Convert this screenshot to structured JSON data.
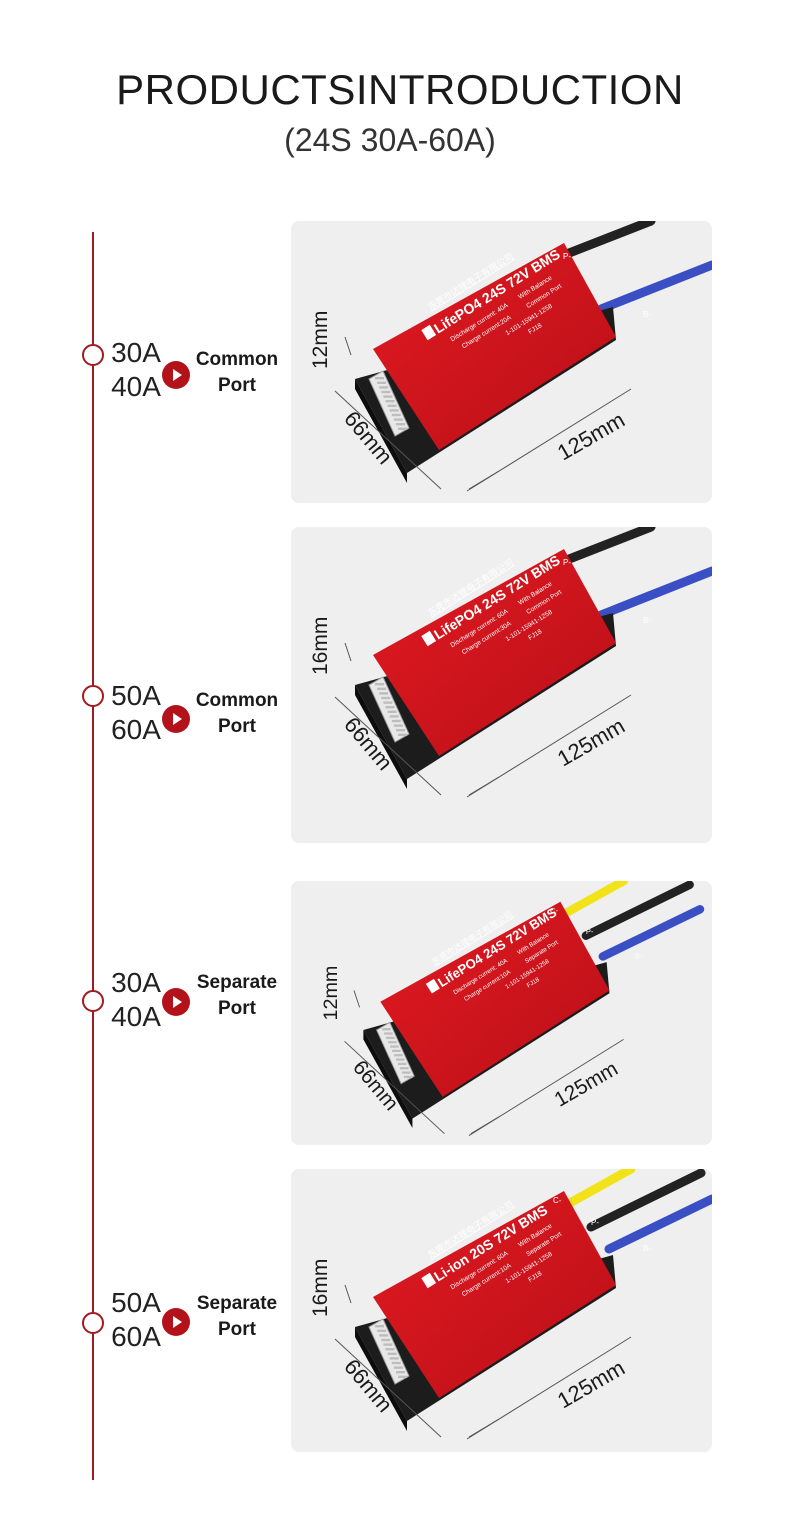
{
  "header": {
    "title": "PRODUCTSINTRODUCTION",
    "subtitle": "(24S 30A-60A)"
  },
  "colors": {
    "accent": "#a11a22",
    "board": "#d4141c",
    "card": "#efefef"
  },
  "products": [
    {
      "amps_top": "30A",
      "amps_bottom": "40A",
      "port_line1": "Common",
      "port_line2": "Port",
      "height": "12mm",
      "width": "66mm",
      "length": "125mm",
      "model": "LifePO4 24S 72V BMS",
      "company": "东莞市达锂电子有限公司",
      "discharge": "Discharge current: 40A",
      "balance": "With Balance",
      "charge": "Charge current:20A",
      "port_label": "Common Port",
      "code": "1-101-15941-1258",
      "sub_code": "FJ18",
      "terminals": [
        "P-",
        "B-"
      ]
    },
    {
      "amps_top": "50A",
      "amps_bottom": "60A",
      "port_line1": "Common",
      "port_line2": "Port",
      "height": "16mm",
      "width": "66mm",
      "length": "125mm",
      "model": "LifePO4 24S 72V BMS",
      "company": "东莞市达锂电子有限公司",
      "discharge": "Discharge current: 60A",
      "balance": "With Balance",
      "charge": "Charge current:30A",
      "port_label": "Common Port",
      "code": "1-101-15941-1258",
      "sub_code": "FJ18",
      "terminals": [
        "P-",
        "B-"
      ]
    },
    {
      "amps_top": "30A",
      "amps_bottom": "40A",
      "port_line1": "Separate",
      "port_line2": "Port",
      "height": "12mm",
      "width": "66mm",
      "length": "125mm",
      "model": "LifePO4 24S 72V BMS",
      "company": "东莞市达锂电子有限公司",
      "discharge": "Discharge current: 40A",
      "balance": "With Balance",
      "charge": "Charge current:10A",
      "port_label": "Separate Port",
      "code": "1-101-15941-1258",
      "sub_code": "FJ18",
      "terminals": [
        "C-",
        "P-",
        "B-"
      ]
    },
    {
      "amps_top": "50A",
      "amps_bottom": "60A",
      "port_line1": "Separate",
      "port_line2": "Port",
      "height": "16mm",
      "width": "66mm",
      "length": "125mm",
      "model": "Li-ion 20S 72V BMS",
      "company": "东莞市达锂电子有限公司",
      "discharge": "Discharge current: 60A",
      "balance": "With Balance",
      "charge": "Charge current:10A",
      "port_label": "Separate Port",
      "code": "1-101-15941-1258",
      "sub_code": "FJ18",
      "terminals": [
        "C-",
        "P-",
        "B-"
      ]
    }
  ]
}
